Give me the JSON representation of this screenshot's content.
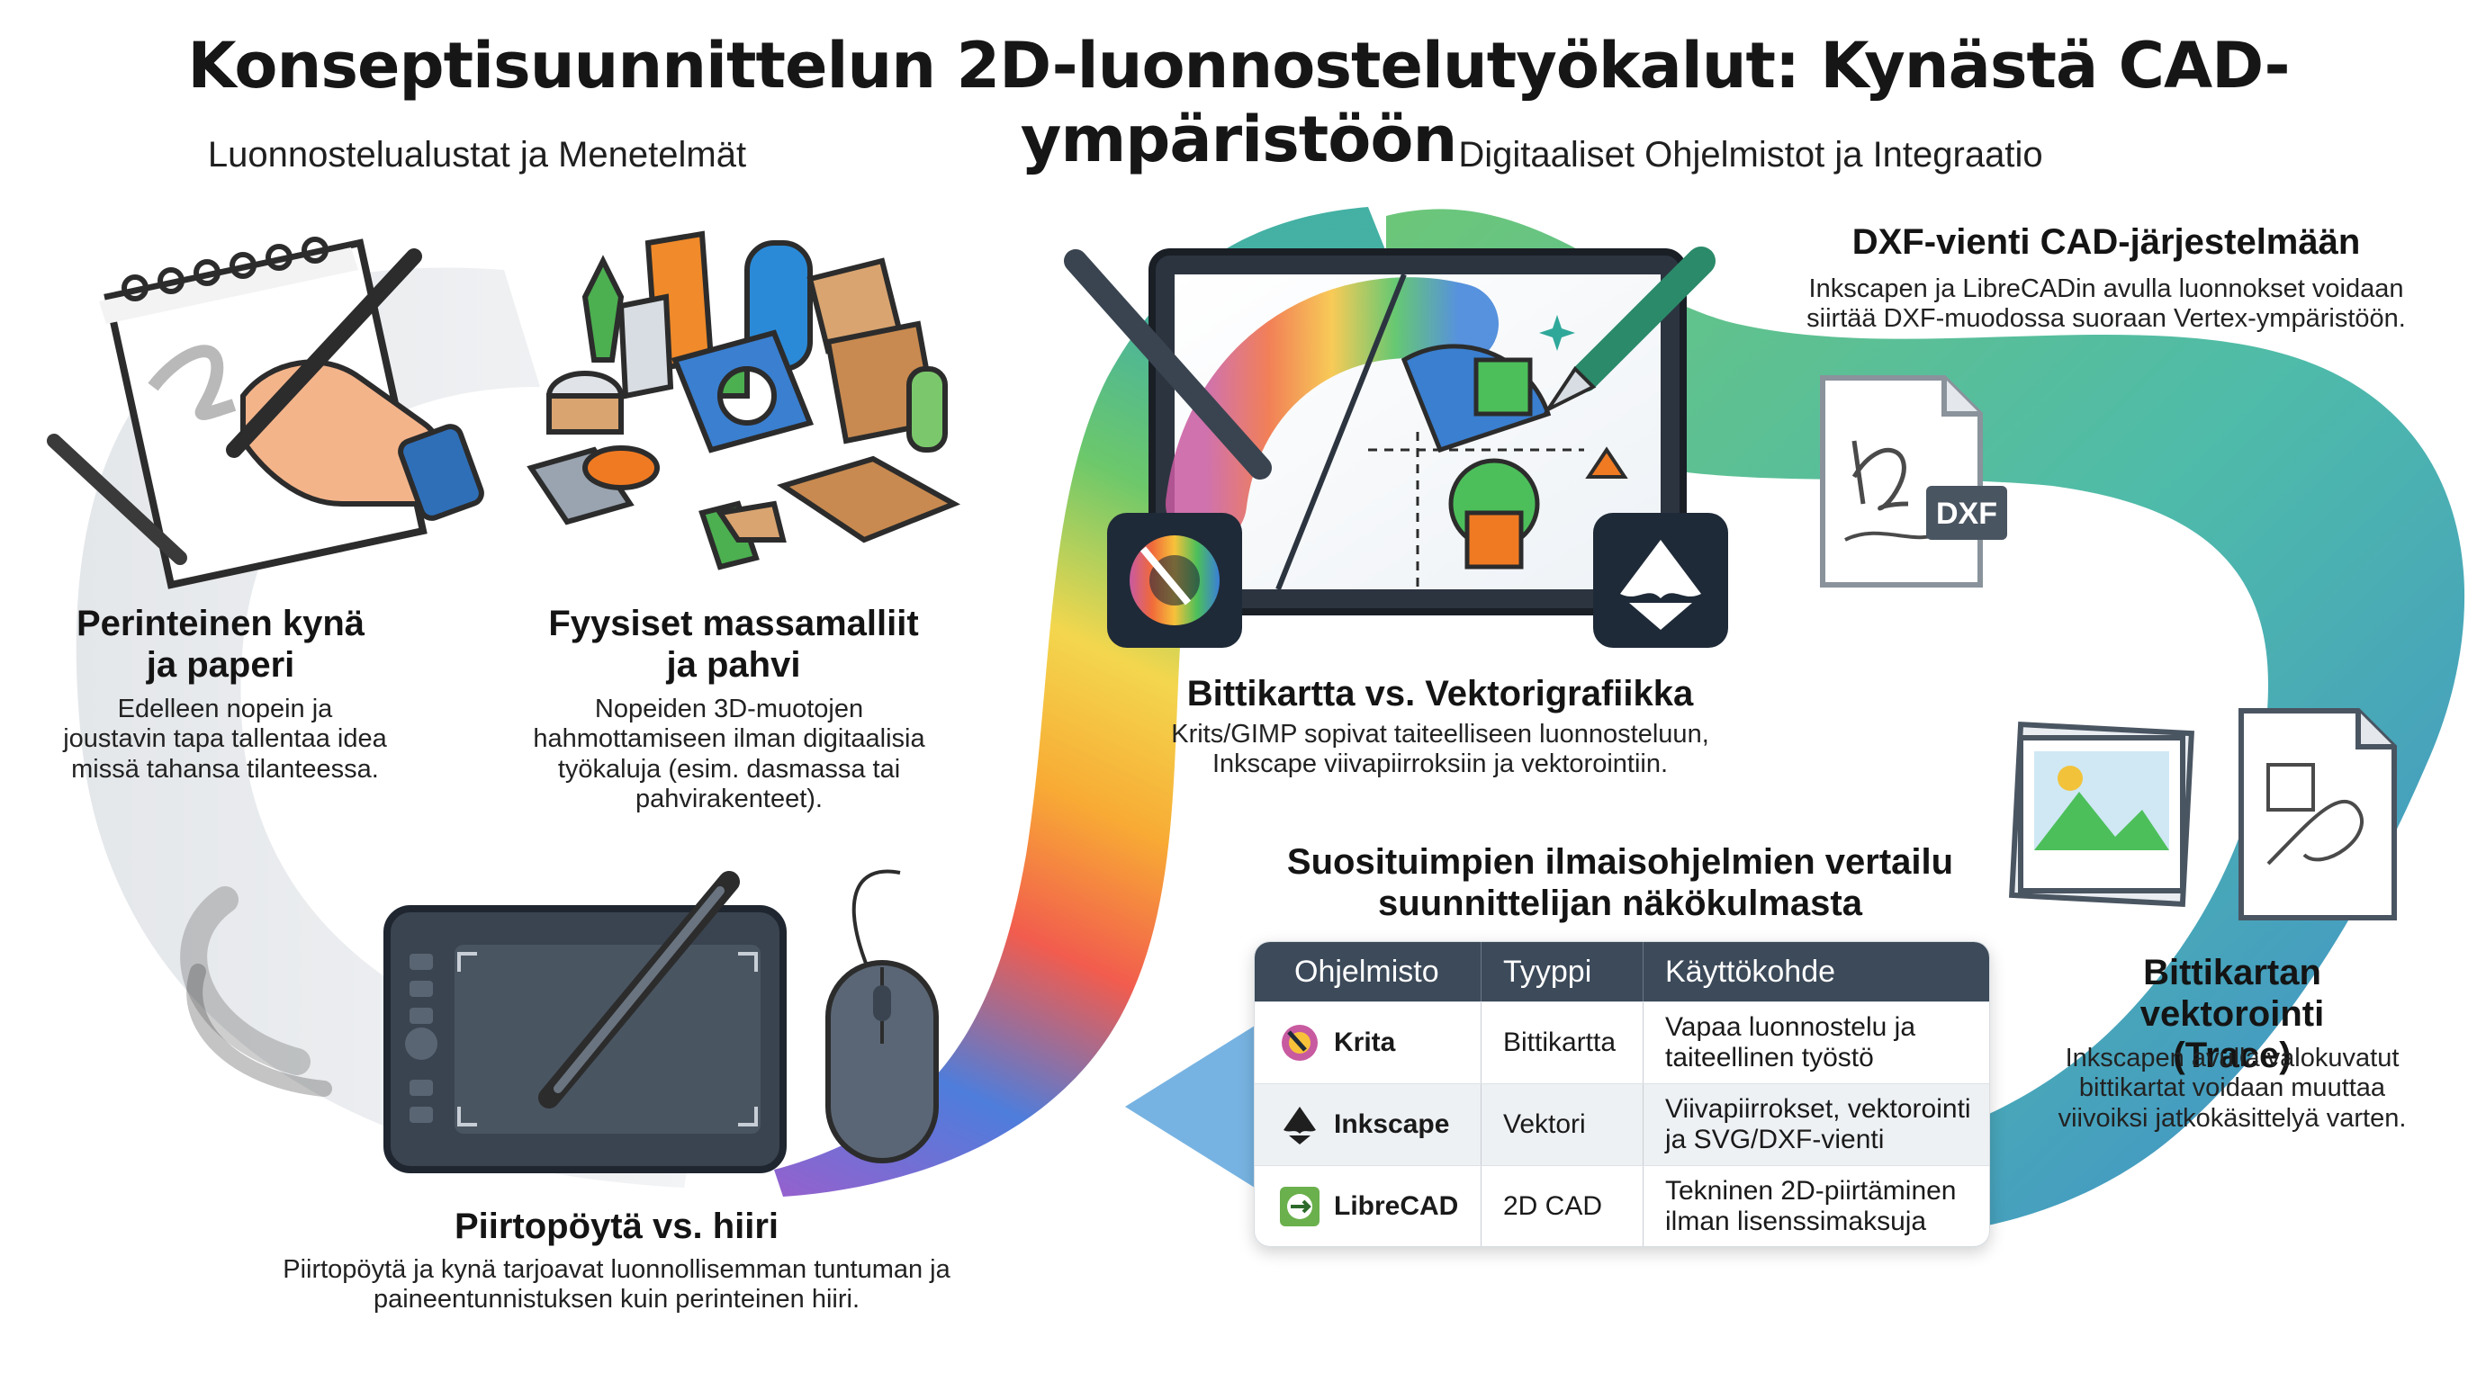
{
  "title": "Konseptisuunnittelun 2D-luonnostelutyökalut: Kynästä CAD-ympäristöön",
  "sections": {
    "left": "Luonnostelualustat ja Menetelmät",
    "right": "Digitaaliset Ohjelmistot ja Integraatio"
  },
  "blocks": {
    "pen_paper": {
      "title": "Perinteinen kynä ja paperi",
      "desc": "Edelleen nopein ja joustavin tapa tallentaa idea missä tahansa tilanteessa."
    },
    "physical": {
      "title": "Fyysiset massamalliit ja pahvi",
      "desc": "Nopeiden 3D-muotojen hahmottamiseen ilman digitaalisia työkaluja (esim. dasmassa tai pahvirakenteet)."
    },
    "tablet": {
      "title": "Piirtopöytä vs. hiiri",
      "desc": "Piirtopöytä ja kynä tarjoavat luonnollisemman tuntuman ja paineentunnistuksen kuin perinteinen hiiri."
    },
    "raster_vector": {
      "title": "Bittikartta vs. Vektorigrafiikka",
      "desc": "Krits/GIMP sopivat taiteelliseen luonnosteluun, Inkscape viivapiirroksiin ja vektorointiin."
    },
    "dxf": {
      "title": "DXF-vienti CAD-järjestelmään",
      "desc": "Inkscapen ja LibreCADin avulla luonnokset voidaan siirtää DXF-muodossa suoraan Vertex-ympäristöön.",
      "file_label": "DXF"
    },
    "trace": {
      "title": "Bittikartan vektorointi (Trace)",
      "desc": "Inkscapen avulla valokuvatut bittikartat voidaan muuttaa viivoiksi jatkokäsittelyä varten."
    }
  },
  "table": {
    "heading": "Suosituimpien ilmaisohjelmien vertailu suunnittelijan näkökulmasta",
    "headers": [
      "Ohjelmisto",
      "Tyyppi",
      "Käyttökohde"
    ],
    "rows": [
      {
        "name": "Krita",
        "type": "Bittikartta",
        "use": "Vapaa luonnostelu ja taiteellinen työstö",
        "icon": "krita-icon"
      },
      {
        "name": "Inkscape",
        "type": "Vektori",
        "use": "Viivapiirrokset, vektorointi ja SVG/DXF-vienti",
        "icon": "inkscape-icon"
      },
      {
        "name": "LibreCAD",
        "type": "2D CAD",
        "use": "Tekninen 2D-piirtäminen ilman lisenssimaksuja",
        "icon": "librecad-icon"
      }
    ]
  },
  "colors": {
    "header_dark": "#3c4a5a",
    "ribbon_green": "#4bb86a",
    "ribbon_blue": "#2a8fd0",
    "accent_orange": "#f07a22"
  }
}
